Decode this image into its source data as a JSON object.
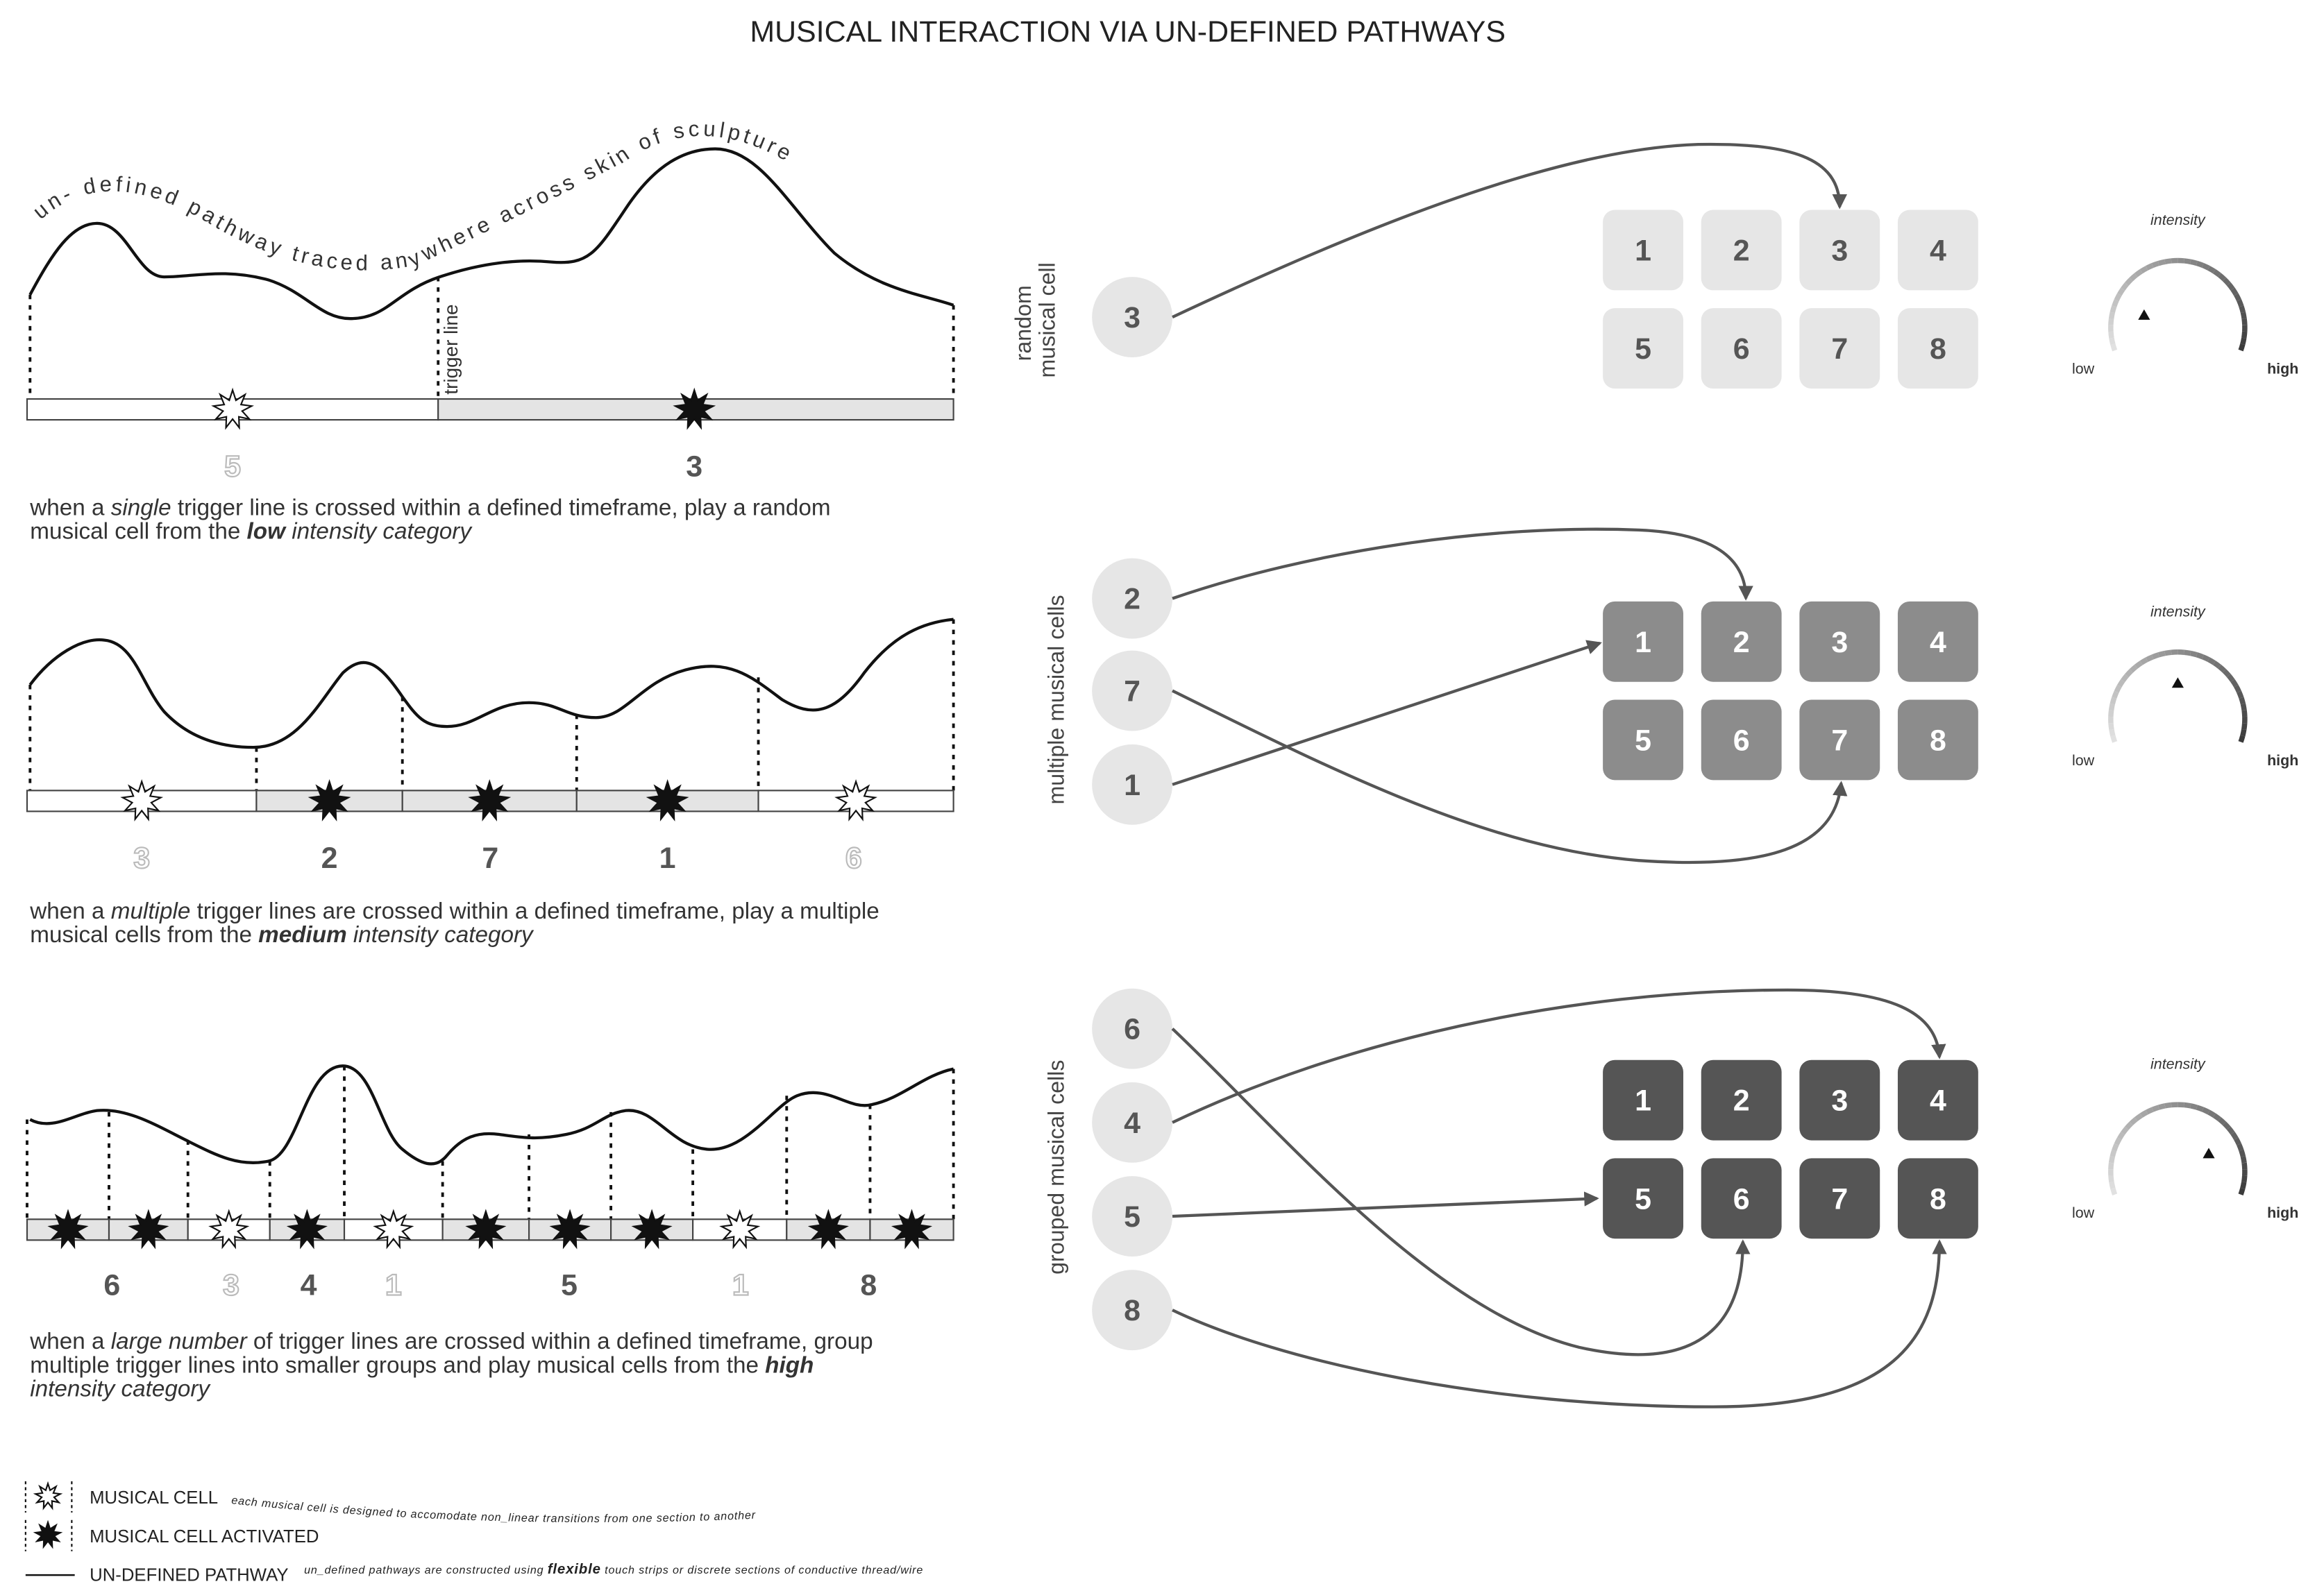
{
  "title": "MUSICAL INTERACTION VIA UN-DEFINED PATHWAYS",
  "pathway_curve_text": "un- defined pathway traced anywhere across skin of sculpture",
  "trigger_line_label": "trigger line",
  "rows": [
    {
      "id": "single",
      "numbers": [
        {
          "value": "5",
          "active": false
        },
        {
          "value": "3",
          "active": true
        }
      ],
      "caption": [
        [
          {
            "t": "when a ",
            "s": ""
          },
          {
            "t": "single",
            "s": "i"
          },
          {
            "t": " trigger line is crossed within a defined timeframe, play a random",
            "s": ""
          }
        ],
        [
          {
            "t": "musical cell from the ",
            "s": ""
          },
          {
            "t": "low",
            "s": "bi"
          },
          {
            "t": " intensity category",
            "s": "i"
          }
        ]
      ],
      "side_label": [
        "random",
        "musical cell"
      ],
      "inputs": [
        "3"
      ],
      "grid": [
        "1",
        "2",
        "3",
        "4",
        "5",
        "6",
        "7",
        "8"
      ],
      "grid_fill": "#e6e6e6",
      "grid_text": "#555555",
      "gauge": {
        "label": "intensity",
        "low": "low",
        "high": "high",
        "level": "low"
      }
    },
    {
      "id": "multiple",
      "numbers": [
        {
          "value": "3",
          "active": false
        },
        {
          "value": "2",
          "active": true
        },
        {
          "value": "7",
          "active": true
        },
        {
          "value": "1",
          "active": true
        },
        {
          "value": "6",
          "active": false
        }
      ],
      "caption": [
        [
          {
            "t": "when a ",
            "s": ""
          },
          {
            "t": "multiple",
            "s": "i"
          },
          {
            "t": " trigger lines are crossed within a defined timeframe, play a multiple",
            "s": ""
          }
        ],
        [
          {
            "t": "musical cells from the ",
            "s": ""
          },
          {
            "t": "medium",
            "s": "bi"
          },
          {
            "t": " intensity category",
            "s": "i"
          }
        ]
      ],
      "side_label": [
        "multiple musical cells"
      ],
      "inputs": [
        "2",
        "7",
        "1"
      ],
      "grid": [
        "1",
        "2",
        "3",
        "4",
        "5",
        "6",
        "7",
        "8"
      ],
      "grid_fill": "#8c8c8c",
      "grid_text": "#ffffff",
      "gauge": {
        "label": "intensity",
        "low": "low",
        "high": "high",
        "level": "medium"
      }
    },
    {
      "id": "grouped",
      "numbers": [
        {
          "value": "6",
          "active": true
        },
        {
          "value": "3",
          "active": false
        },
        {
          "value": "4",
          "active": true
        },
        {
          "value": "1",
          "active": false
        },
        {
          "value": "5",
          "active": true
        },
        {
          "value": "1",
          "active": false
        },
        {
          "value": "8",
          "active": true
        }
      ],
      "caption": [
        [
          {
            "t": "when a ",
            "s": ""
          },
          {
            "t": "large number",
            "s": "i"
          },
          {
            "t": " of trigger lines are crossed within a defined timeframe, group",
            "s": ""
          }
        ],
        [
          {
            "t": "multiple trigger lines into smaller groups and play musical cells from the ",
            "s": ""
          },
          {
            "t": "high",
            "s": "bi"
          }
        ],
        [
          {
            "t": "intensity category",
            "s": "i"
          }
        ]
      ],
      "side_label": [
        "grouped musical cells"
      ],
      "inputs": [
        "6",
        "4",
        "5",
        "8"
      ],
      "grid": [
        "1",
        "2",
        "3",
        "4",
        "5",
        "6",
        "7",
        "8"
      ],
      "grid_fill": "#555555",
      "grid_text": "#ffffff",
      "gauge": {
        "label": "intensity",
        "low": "low",
        "high": "high",
        "level": "high"
      }
    }
  ],
  "legend": {
    "musical_cell": "MUSICAL CELL",
    "musical_cell_activated": "MUSICAL CELL ACTIVATED",
    "pathway": "UN-DEFINED PATHWAY",
    "cell_note": "each musical cell is designed to accomodate non_linear transitions from one section to another",
    "pathway_note_pre": "un_defined pathways are constructed using ",
    "pathway_note_flex": "flexible",
    "pathway_note_post": " touch strips or discrete sections of conductive thread/wire"
  },
  "colors": {
    "text": "#333333",
    "strip_active": "#e4e4e4",
    "circle": "#e6e6e6",
    "arrow": "#555555",
    "number_inactive": "#bbbbbb",
    "number_active": "#555555"
  }
}
